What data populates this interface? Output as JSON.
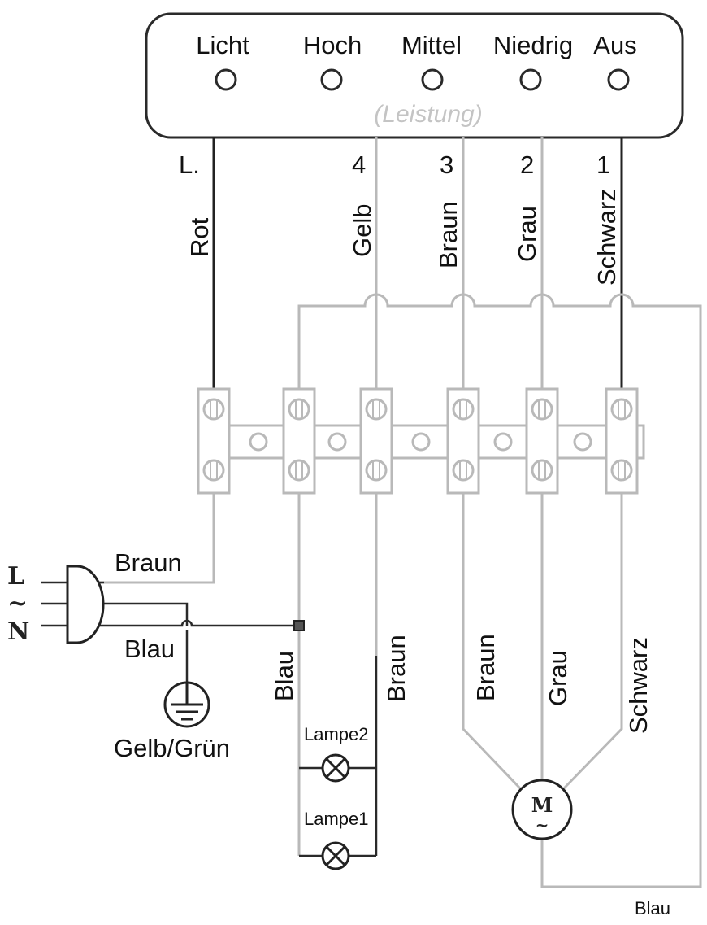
{
  "switch_panel": {
    "buttons": [
      {
        "label": "Licht"
      },
      {
        "label": "Hoch"
      },
      {
        "label": "Mittel"
      },
      {
        "label": "Niedrig"
      },
      {
        "label": "Aus"
      }
    ],
    "caption": "(Leistung)"
  },
  "terminal_labels": {
    "l": "L.",
    "t4": "4",
    "t3": "3",
    "t2": "2",
    "t1": "1"
  },
  "wire_labels_top": {
    "rot": "Rot",
    "gelb": "Gelb",
    "braun": "Braun",
    "grau": "Grau",
    "schwarz": "Schwarz"
  },
  "wire_labels_bottom": {
    "blau": "Blau",
    "braun_lamp": "Braun",
    "braun_motor": "Braun",
    "grau": "Grau",
    "schwarz": "Schwarz",
    "blau_return": "Blau"
  },
  "plug": {
    "l": "L",
    "tilde": "~",
    "n": "N",
    "braun": "Braun",
    "blau": "Blau",
    "earth": "Gelb/Grün"
  },
  "lamps": {
    "lamp2": "Lampe2",
    "lamp1": "Lampe1"
  },
  "motor": {
    "m": "M",
    "tilde": "~"
  }
}
